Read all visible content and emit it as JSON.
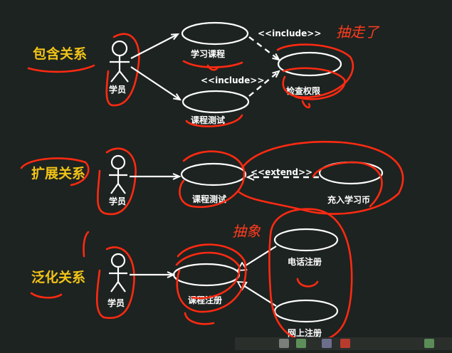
{
  "sections": {
    "include": {
      "title": "包含关系",
      "actor": "学员",
      "use_cases": [
        "学习课程",
        "课程测试",
        "检查权限"
      ],
      "stereotypes": [
        "<<include>>",
        "<<include>>"
      ],
      "note": "抽走了"
    },
    "extend": {
      "title": "扩展关系",
      "actor": "学员",
      "use_cases": [
        "课程测试",
        "充入学习币"
      ],
      "stereotype": "<<extend>>",
      "note": "抽象"
    },
    "generalization": {
      "title": "泛化关系",
      "actor": "学员",
      "use_cases": [
        "课程注册",
        "电话注册",
        "网上注册"
      ]
    }
  },
  "colors": {
    "background": "#1d2320",
    "section_title": "#f2c318",
    "diagram_lines": "#ffffff",
    "annotation": "#ff2a12"
  }
}
